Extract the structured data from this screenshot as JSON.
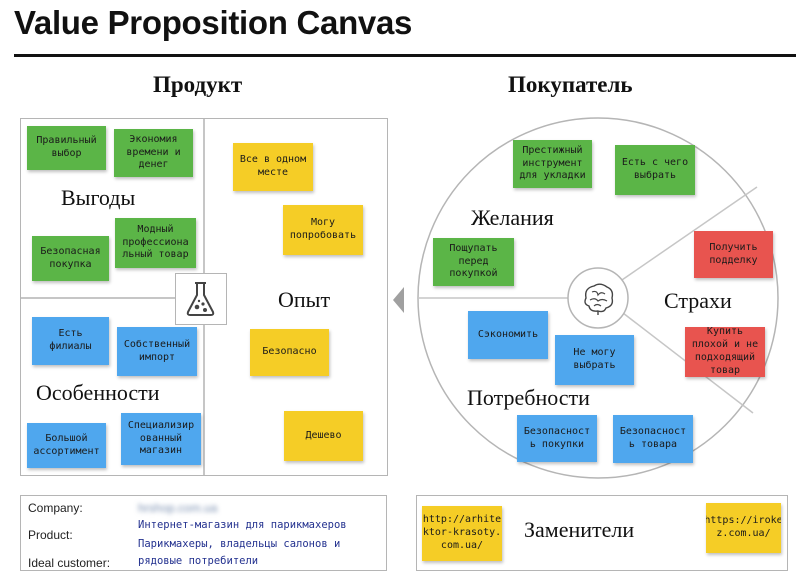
{
  "title": "Value Proposition Canvas",
  "product": {
    "heading": "Продукт",
    "gains_label": "Выгоды",
    "features_label": "Особенности",
    "experience_label": "Опыт",
    "gain_notes": [
      "Правильный\nвыбор",
      "Экономия\nвремени и\nденег",
      "Безопасная\nпокупка",
      "Модный\nпрофессиона\nльный товар"
    ],
    "feature_notes": [
      "Есть\nфилиалы",
      "Собственный\nимпорт",
      "Большой\nассортимент",
      "Специализир\nованный\nмагазин"
    ],
    "experience_notes": [
      "Все в одном\nместе",
      "Могу\nпопробовать",
      "Безопасно",
      "Дешево"
    ]
  },
  "customer": {
    "heading": "Покупатель",
    "wants_label": "Желания",
    "fears_label": "Страхи",
    "needs_label": "Потребности",
    "want_notes": [
      "Престижный\nинструмент\nдля укладки",
      "Есть с чего\nвыбрать",
      "Пощупать\nперед\nпокупкой"
    ],
    "fear_notes": [
      "Получить\nподделку",
      "Купить\nплохой и не\nподходящий\nтовар"
    ],
    "need_notes": [
      "Сэкономить",
      "Не могу\nвыбрать",
      "Безопасност\nь покупки",
      "Безопасност\nь товара"
    ]
  },
  "info": {
    "company_label": "Company:",
    "company_value": "hrshop.com.ua",
    "product_label": "Product:",
    "product_value": "Интернет-магазин для парикмахеров",
    "customer_label": "Ideal customer:",
    "customer_value_1": "Парикмахеры, владельцы салонов и",
    "customer_value_2": "рядовые потребители"
  },
  "substitutes": {
    "label": "Заменители",
    "notes": [
      "http://arhite\nktor-krasoty.\ncom.ua/",
      "https://iroke\nz.com.ua/"
    ]
  },
  "icons": [
    "flask-icon",
    "brain-icon",
    "arrow-left-icon"
  ],
  "colors": {
    "green": "#5bb547",
    "blue": "#4fa7ee",
    "yellow": "#f5cd26",
    "red": "#e8544f"
  }
}
